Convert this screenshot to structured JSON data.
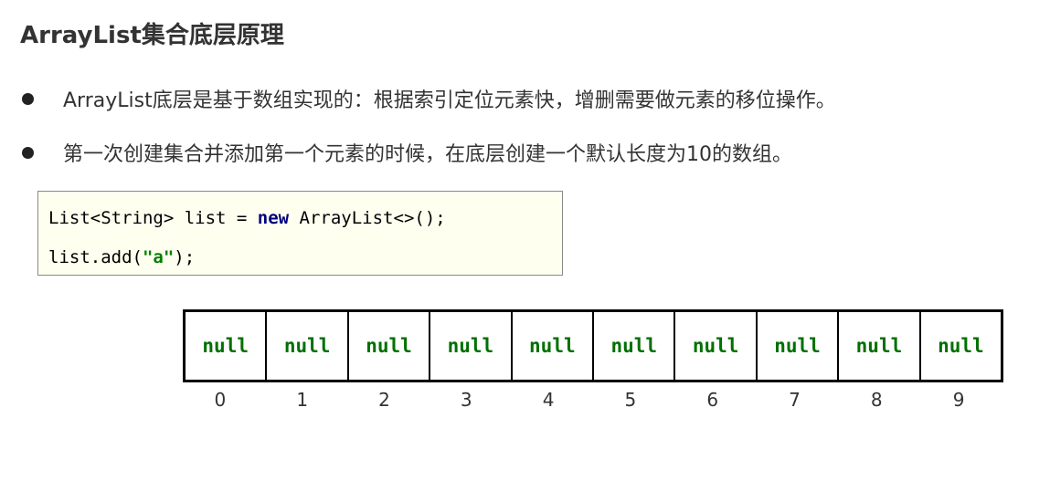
{
  "title": "ArrayList集合底层原理",
  "bullets": [
    "ArrayList底层是基于数组实现的：根据索引定位元素快，增删需要做元素的移位操作。",
    "第一次创建集合并添加第一个元素的时候，在底层创建一个默认长度为10的数组。"
  ],
  "code": {
    "line1_pre": "List<String> list = ",
    "line1_keyword": "new",
    "line1_post": " ArrayList<>();",
    "line2_pre": "list.add(",
    "line2_string": "\"a\"",
    "line2_post": ");"
  },
  "array": {
    "cells": [
      "null",
      "null",
      "null",
      "null",
      "null",
      "null",
      "null",
      "null",
      "null",
      "null"
    ],
    "indices": [
      "0",
      "1",
      "2",
      "3",
      "4",
      "5",
      "6",
      "7",
      "8",
      "9"
    ]
  }
}
